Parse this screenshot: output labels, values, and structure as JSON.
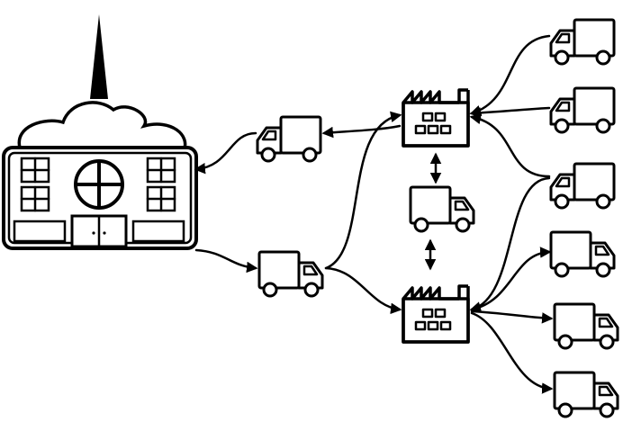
{
  "diagram": {
    "background": "#ffffff",
    "ink": "#000000",
    "nodes": [
      {
        "id": "headquarters",
        "type": "building-icon"
      },
      {
        "id": "factory-top",
        "type": "factory-icon"
      },
      {
        "id": "factory-bottom",
        "type": "factory-icon"
      },
      {
        "id": "truck-to-hq",
        "type": "truck-icon",
        "facing": "left"
      },
      {
        "id": "truck-from-hq",
        "type": "truck-icon",
        "facing": "right"
      },
      {
        "id": "truck-between-factories",
        "type": "truck-icon",
        "facing": "right"
      },
      {
        "id": "truck-right-1",
        "type": "truck-icon",
        "facing": "left"
      },
      {
        "id": "truck-right-2",
        "type": "truck-icon",
        "facing": "left"
      },
      {
        "id": "truck-right-3",
        "type": "truck-icon",
        "facing": "left"
      },
      {
        "id": "truck-right-4",
        "type": "truck-icon",
        "facing": "right"
      },
      {
        "id": "truck-right-5",
        "type": "truck-icon",
        "facing": "right"
      },
      {
        "id": "truck-right-6",
        "type": "truck-icon",
        "facing": "right"
      }
    ],
    "connections": [
      {
        "from": "factory-top",
        "to": "truck-to-hq",
        "arrow": "end"
      },
      {
        "from": "truck-to-hq",
        "to": "headquarters",
        "arrow": "end"
      },
      {
        "from": "headquarters",
        "to": "truck-from-hq",
        "arrow": "end"
      },
      {
        "from": "truck-from-hq",
        "to": "factory-top",
        "arrow": "end"
      },
      {
        "from": "truck-from-hq",
        "to": "factory-bottom",
        "arrow": "end"
      },
      {
        "from": "factory-top",
        "to": "truck-between-factories",
        "arrow": "both"
      },
      {
        "from": "truck-between-factories",
        "to": "factory-bottom",
        "arrow": "both"
      },
      {
        "from": "truck-right-1",
        "to": "factory-top",
        "arrow": "end"
      },
      {
        "from": "truck-right-2",
        "to": "factory-top",
        "arrow": "end"
      },
      {
        "from": "truck-right-3",
        "to": "factory-top",
        "arrow": "end"
      },
      {
        "from": "truck-right-3",
        "to": "factory-bottom",
        "arrow": "end"
      },
      {
        "from": "factory-bottom",
        "to": "truck-right-4",
        "arrow": "end"
      },
      {
        "from": "factory-bottom",
        "to": "truck-right-5",
        "arrow": "end"
      },
      {
        "from": "factory-bottom",
        "to": "truck-right-6",
        "arrow": "end"
      }
    ]
  }
}
